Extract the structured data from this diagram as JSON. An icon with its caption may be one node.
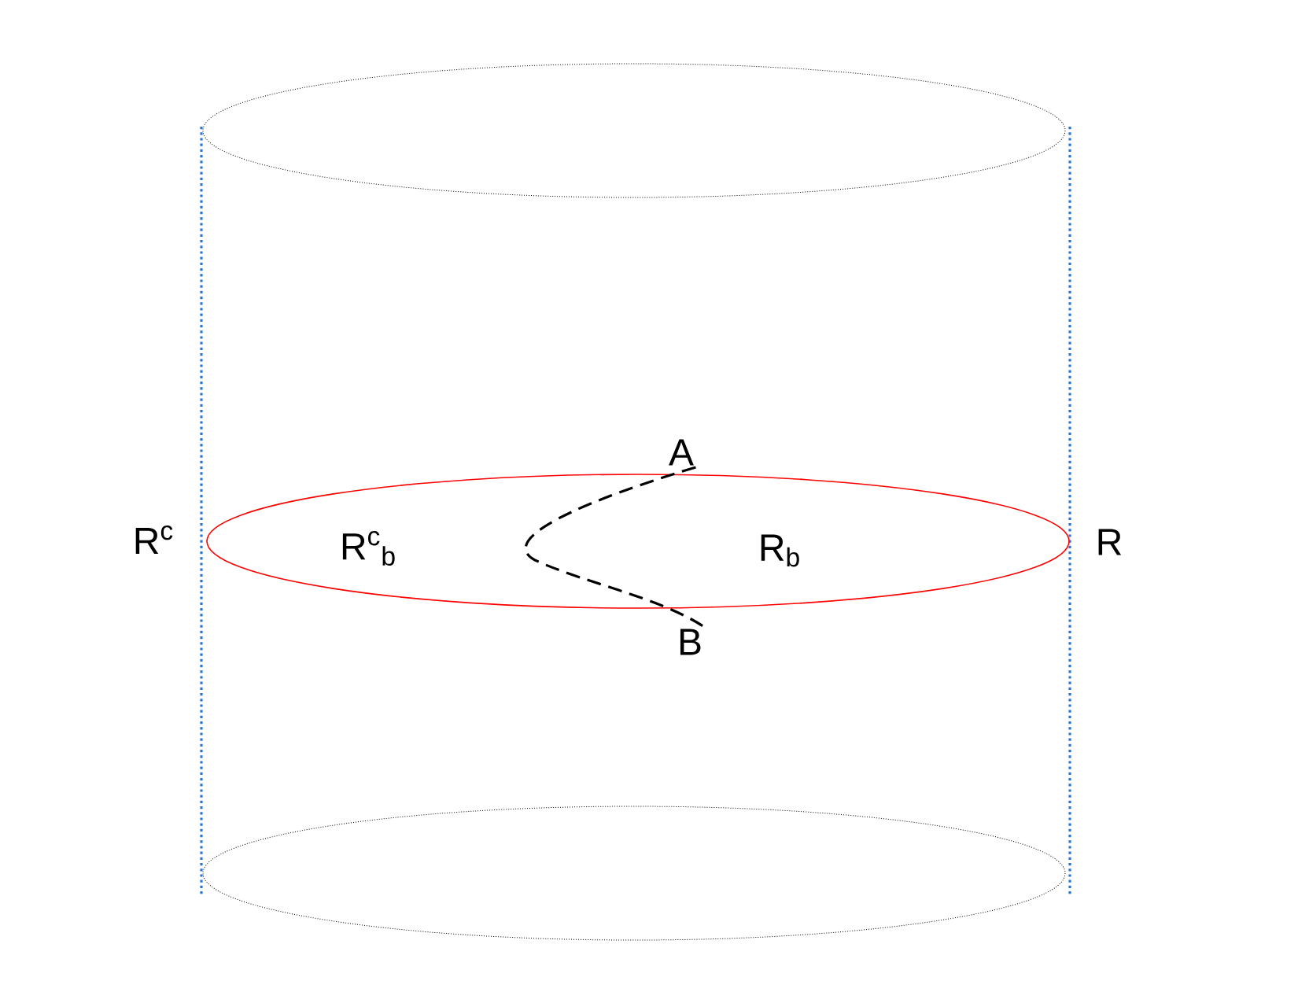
{
  "diagram": {
    "nodes": [
      {
        "text": [
          "A"
        ]
      },
      {
        "text": [
          "B"
        ]
      }
    ],
    "edges": [
      {
        "from": 0,
        "to": 1,
        "arrow": "none",
        "style": "dashed"
      }
    ],
    "labels": [
      "R$^{c}$",
      "R$^{c}$$_{b}$",
      "R$_{b}$",
      "R"
    ]
  }
}
